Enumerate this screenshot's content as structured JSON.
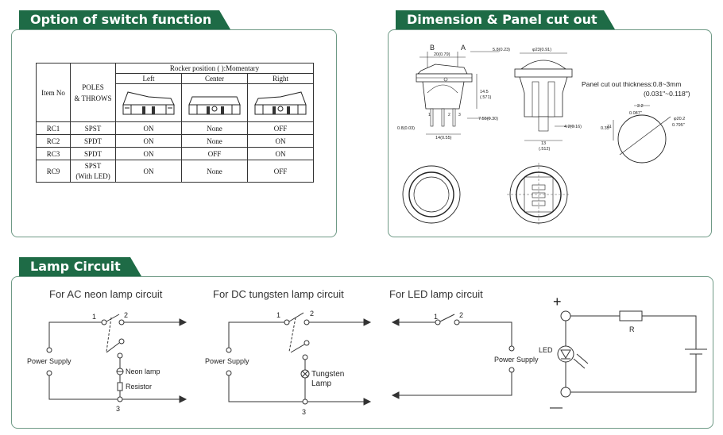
{
  "sections": {
    "switch_option": {
      "title": "Option of switch function",
      "table": {
        "col_item": "Item No",
        "col_poles": [
          "POLES",
          "& THROWS"
        ],
        "rocker_header": "Rocker position ( ):Momentary",
        "positions": [
          "Left",
          "Center",
          "Right"
        ],
        "rows": [
          {
            "item": "RC1",
            "poles": "SPST",
            "left": "ON",
            "center": "None",
            "right": "OFF"
          },
          {
            "item": "RC2",
            "poles": "SPDT",
            "left": "ON",
            "center": "None",
            "right": "ON"
          },
          {
            "item": "RC3",
            "poles": "SPDT",
            "left": "ON",
            "center": "OFF",
            "right": "ON"
          },
          {
            "item": "RC9",
            "poles": "SPST",
            "poles_extra": "(With LED)",
            "left": "ON",
            "center": "None",
            "right": "OFF"
          }
        ]
      }
    },
    "dimension": {
      "title": "Dimension & Panel cut out",
      "labels": {
        "b": "B",
        "a": "A",
        "d1": "20(0.79)",
        "d2": "5.8(0.23)",
        "d3": "φ23(0.91)",
        "d4": "14.5",
        "d4b": "(.571)",
        "d5": "7.55(0.30)",
        "d6": "0.8(0.03)",
        "d7": "14(0.55)",
        "d8": "4.2(0.16)",
        "d9": "13",
        "d9b": "(.512)",
        "p1": "1",
        "p2": "2",
        "p3": "3",
        "cut1": "Panel cut out thickness:0.8~3mm",
        "cut2": "(0.031\"~0.118\")",
        "cut3": "2.2",
        "cut3b": "0.087\"",
        "cut4": "φ20.2",
        "cut4b": "0.795\"",
        "cut5": "0.35\"",
        "cut5b": "11"
      }
    },
    "lamp": {
      "title": "Lamp Circuit",
      "circuits": [
        {
          "caption": "For AC neon lamp circuit",
          "supply": "Power Supply",
          "lamp": "Neon lamp",
          "resistor": "Resistor",
          "t1": "1",
          "t2": "2",
          "t3": "3"
        },
        {
          "caption": "For DC tungsten lamp circuit",
          "supply": "Power Supply",
          "lamp": "Tungsten",
          "lamp2": "Lamp",
          "t1": "1",
          "t2": "2",
          "t3": "3"
        },
        {
          "caption": "For LED lamp circuit",
          "supply": "Power Supply",
          "t1": "1",
          "t2": "2"
        }
      ],
      "led_circuit": {
        "led": "LED",
        "r": "R",
        "plus": "+",
        "minus": "—"
      }
    }
  },
  "colors": {
    "accent": "#1e6b46",
    "border": "#6f9a86"
  }
}
